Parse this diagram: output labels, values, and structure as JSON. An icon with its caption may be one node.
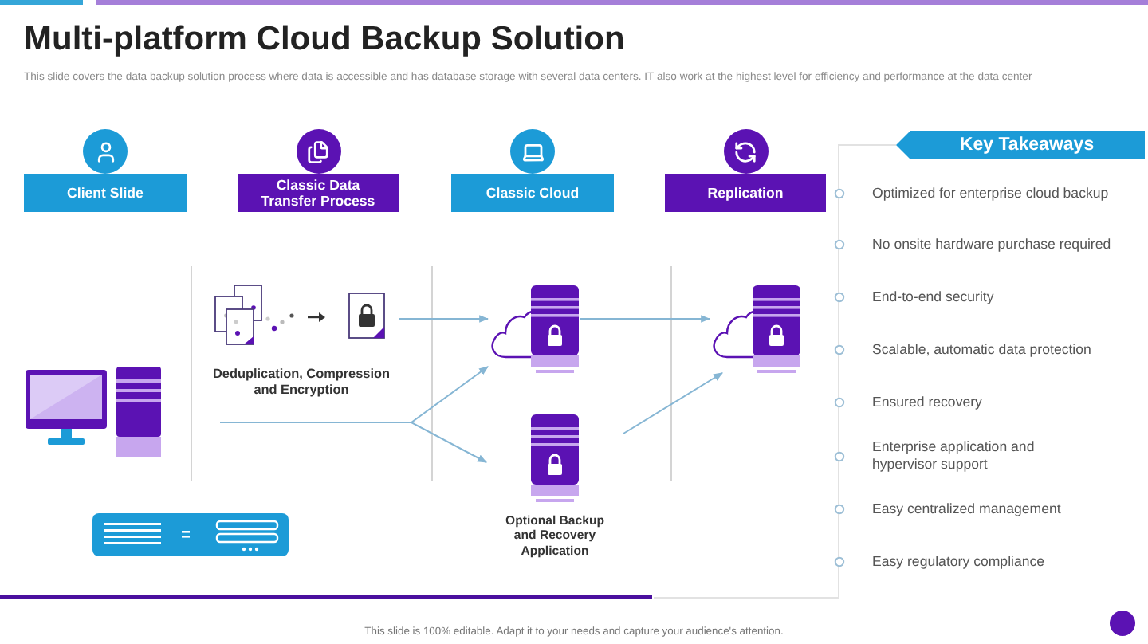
{
  "diagram": {
    "title": "Multi-platform Cloud Backup Solution",
    "nodes": [
      {
        "text": [
          "Client Slide"
        ]
      },
      {
        "text": [
          "Classic Data Transfer Process"
        ]
      },
      {
        "text": [
          "Classic Cloud"
        ]
      },
      {
        "text": [
          "Replication"
        ]
      },
      {
        "text": [
          "Key Takeaways"
        ]
      },
      {
        "text": [
          "Deduplication, Compression and Encryption"
        ]
      },
      {
        "text": [],
        "shape": "picture"
      },
      {
        "text": [
          "Optional Backup and Recovery Application"
        ]
      },
      {
        "text": [],
        "shape": "picture"
      }
    ],
    "edges": [
      {
        "from": 5,
        "to": 6,
        "arrow": "to"
      },
      {
        "from": null,
        "to": 6,
        "arrow": "to"
      },
      {
        "from": null,
        "to": 7,
        "arrow": "to"
      },
      {
        "from": 6,
        "to": 8,
        "arrow": "to"
      },
      {
        "from": 7,
        "to": 8,
        "arrow": "to"
      }
    ],
    "labels": [
      "This slide covers the data backup solution process where data is accessible and has database storage with several data centers. IT also work at the highest level for efficiency and performance at the data center",
      "Optimized for enterprise cloud backup",
      "No onsite hardware purchase required",
      "End-to-end security",
      "Scalable, automatic data protection",
      "Ensured recovery",
      "Enterprise application and hypervisor support",
      "Easy centralized management",
      "Easy regulatory compliance",
      "This slide is 100% editable. Adapt it to your needs and capture your audience's attention."
    ]
  }
}
